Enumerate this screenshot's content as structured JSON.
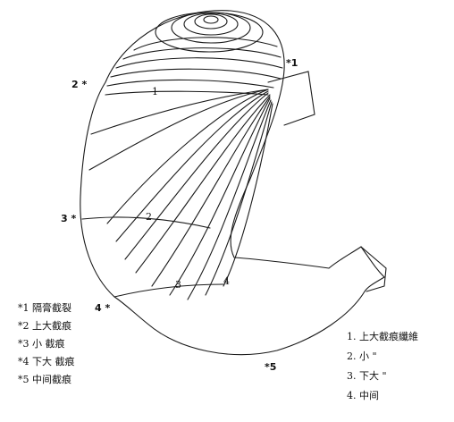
{
  "markers": [
    "*1",
    "2 *",
    "3 *",
    "4 *",
    "*5"
  ],
  "fibre_numbers": [
    "1",
    "2",
    "3",
    "4"
  ],
  "legend_left": [
    "*1 隔膏截裂",
    "*2 上大截痕",
    "*3 小  截痕",
    "*4 下大 截痕",
    "*5 中间截痕"
  ],
  "legend_right": [
    "1. 上大截痕纖維",
    "2. 小   \"",
    "3. 下大  \"",
    "4. 中间"
  ]
}
